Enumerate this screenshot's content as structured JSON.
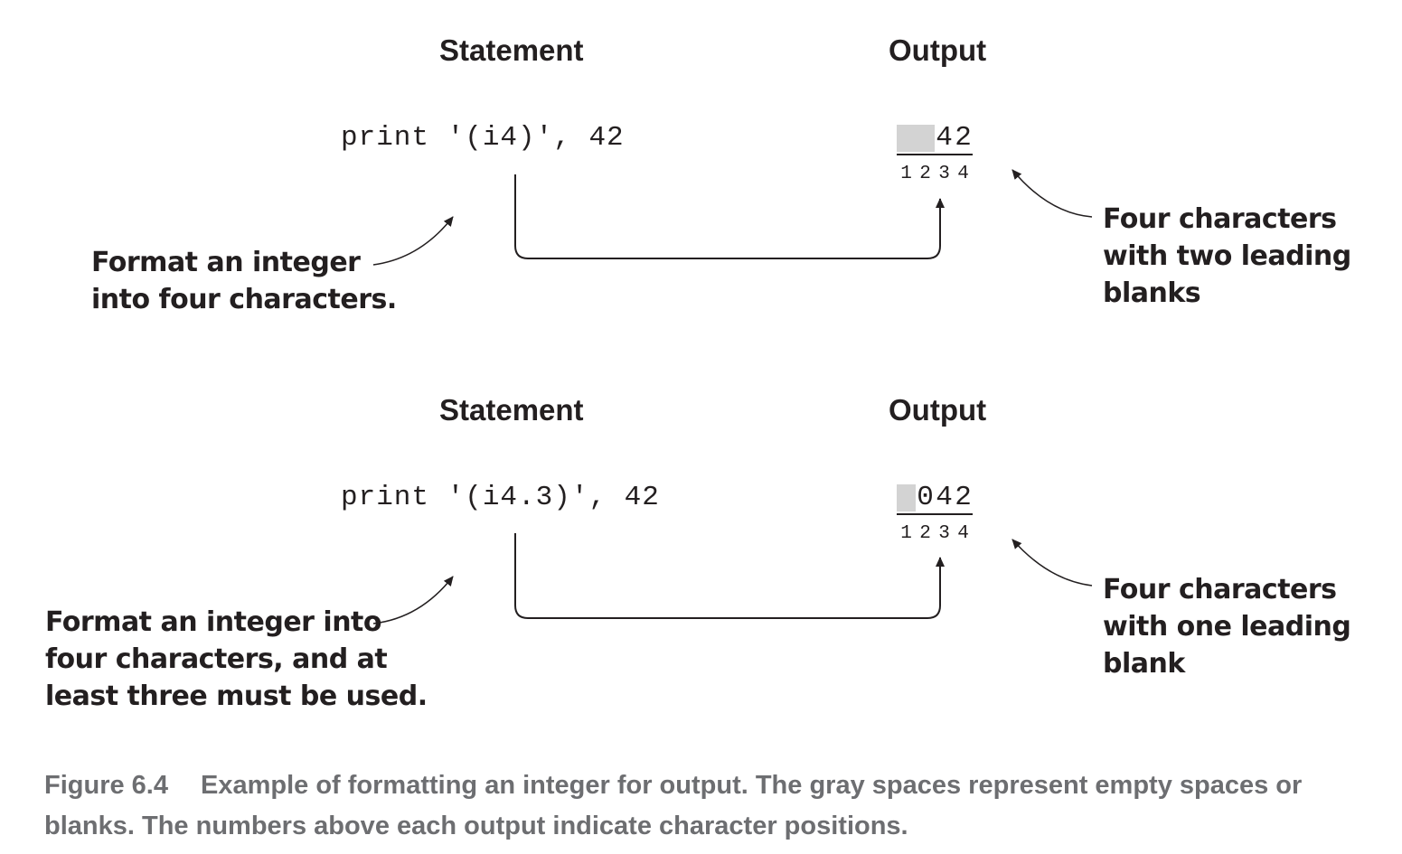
{
  "examples": [
    {
      "statement_header": "Statement",
      "output_header": "Output",
      "statement_code": "print '(i4)', 42",
      "output_chars": [
        "",
        "",
        "4",
        "2"
      ],
      "positions": [
        "1",
        "2",
        "3",
        "4"
      ],
      "left_callout": [
        "Format an integer",
        "into four characters."
      ],
      "right_callout": [
        "Four characters",
        "with two leading",
        "blanks"
      ]
    },
    {
      "statement_header": "Statement",
      "output_header": "Output",
      "statement_code": "print '(i4.3)', 42",
      "output_chars": [
        "",
        "0",
        "4",
        "2"
      ],
      "positions": [
        "1",
        "2",
        "3",
        "4"
      ],
      "left_callout": [
        "Format an integer into",
        "four characters, and at",
        "least three must be used."
      ],
      "right_callout": [
        "Four characters",
        "with one leading",
        "blank"
      ]
    }
  ],
  "caption": {
    "label": "Figure 6.4",
    "text": "Example of formatting an integer for output. The gray spaces represent empty spaces or blanks. The numbers above each output indicate character positions."
  },
  "colors": {
    "ink": "#231f20",
    "blank_fill": "#d3d3d3",
    "caption": "#6d6e71"
  }
}
